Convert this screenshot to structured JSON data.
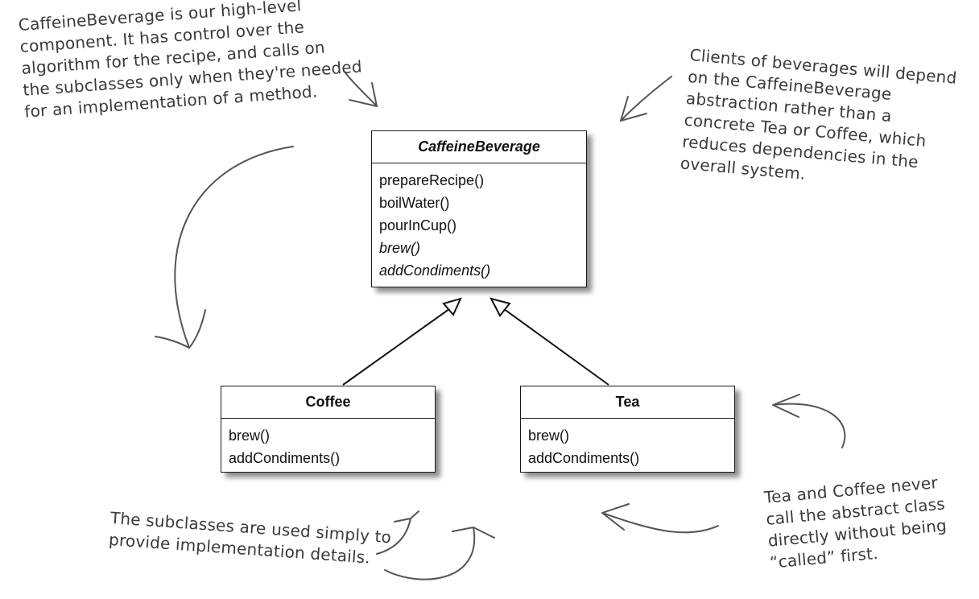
{
  "classes": {
    "caffeine_beverage": {
      "name": "CaffeineBeverage",
      "methods": [
        "prepareRecipe()",
        "boilWater()",
        "pourInCup()",
        "brew()",
        "addCondiments()"
      ]
    },
    "coffee": {
      "name": "Coffee",
      "methods": [
        "brew()",
        "addCondiments()"
      ]
    },
    "tea": {
      "name": "Tea",
      "methods": [
        "brew()",
        "addCondiments()"
      ]
    }
  },
  "notes": {
    "high_level": [
      "CaffeineBeverage is our high-level",
      "component.  It has control over the",
      "algorithm for the recipe, and calls on",
      "the subclasses only when they're needed",
      "for an implementation of a method."
    ],
    "clients": [
      "Clients of beverages will depend",
      "on the CaffeineBeverage",
      "abstraction rather than a",
      "concrete Tea or Coffee, which",
      "reduces dependencies in the",
      "overall system."
    ],
    "subclasses": [
      "The subclasses are used simply to",
      "provide implementation details."
    ],
    "never_call": [
      "Tea and Coffee never",
      "call the abstract class",
      "directly without being",
      "“called” first."
    ]
  }
}
